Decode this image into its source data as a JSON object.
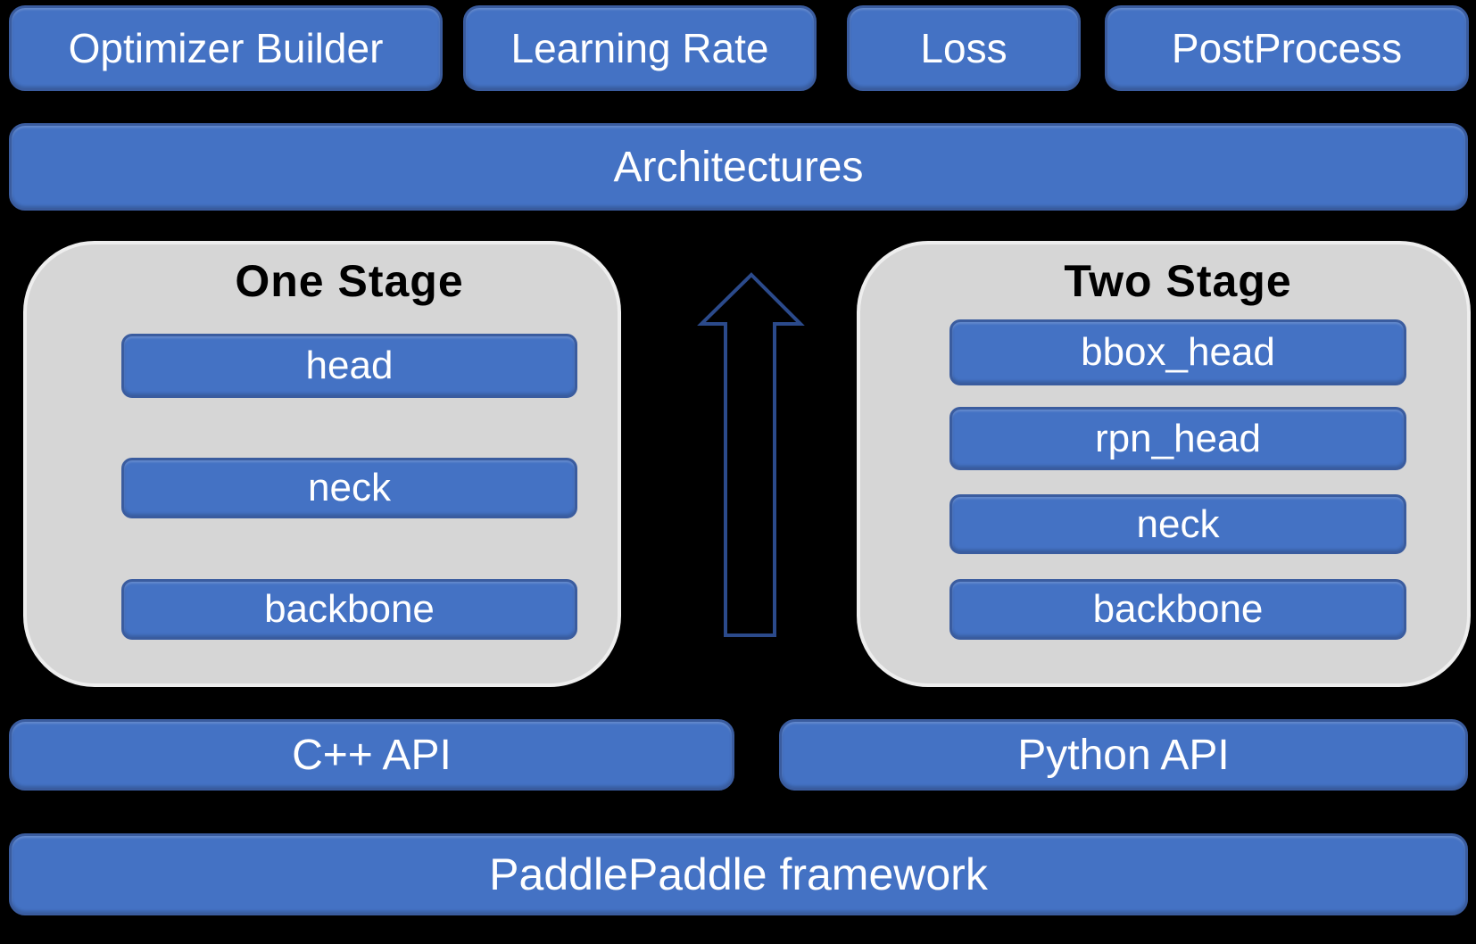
{
  "colors": {
    "background": "#000000",
    "box_fill": "#4472C4",
    "box_border": "#3A5C9F",
    "box_text": "#FFFFFF",
    "container_fill": "#D6D6D6",
    "container_border": "#EEEEEE",
    "title_text": "#000000",
    "arrow_stroke": "#2B4A8B"
  },
  "top_row": {
    "boxes": [
      {
        "label": "Optimizer Builder"
      },
      {
        "label": "Learning Rate"
      },
      {
        "label": "Loss"
      },
      {
        "label": "PostProcess"
      }
    ]
  },
  "architectures": {
    "label": "Architectures"
  },
  "one_stage": {
    "title": "One Stage",
    "boxes": [
      {
        "label": "head"
      },
      {
        "label": "neck"
      },
      {
        "label": "backbone"
      }
    ]
  },
  "two_stage": {
    "title": "Two Stage",
    "boxes": [
      {
        "label": "bbox_head"
      },
      {
        "label": "rpn_head"
      },
      {
        "label": "neck"
      },
      {
        "label": "backbone"
      }
    ]
  },
  "arrow": {
    "icon_name": "up-arrow",
    "direction": "up"
  },
  "api_row": {
    "boxes": [
      {
        "label": "C++ API"
      },
      {
        "label": "Python API"
      }
    ]
  },
  "framework": {
    "label": "PaddlePaddle framework"
  }
}
